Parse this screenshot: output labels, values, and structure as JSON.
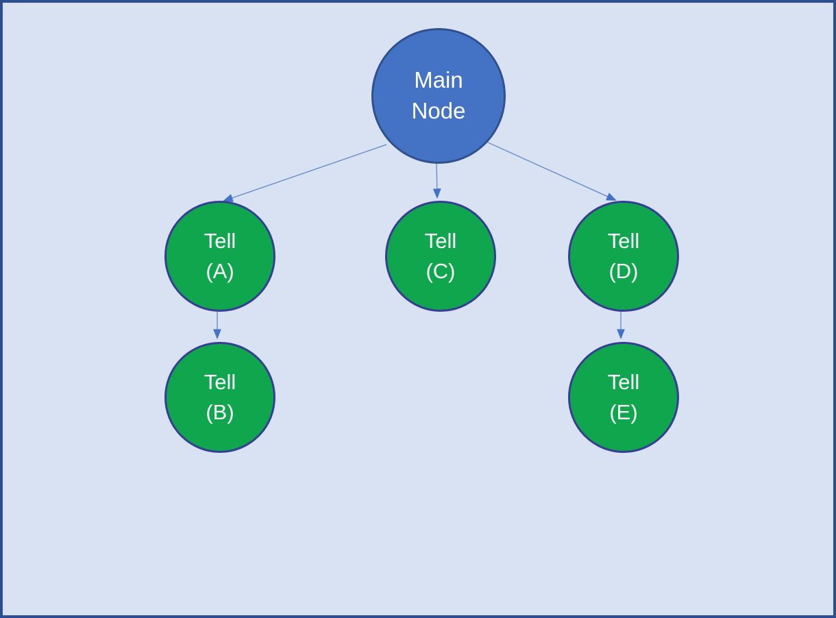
{
  "diagram": {
    "type": "tree",
    "nodes": [
      {
        "id": "main",
        "label": "Main Node",
        "lines": [
          "Main",
          "Node"
        ],
        "shape": "circle",
        "role": "root",
        "fill": "#4472C4",
        "border": "#2F528F"
      },
      {
        "id": "a",
        "label": "Tell (A)",
        "lines": [
          "Tell",
          "(A)"
        ],
        "shape": "circle",
        "role": "child",
        "fill": "#0FA64E",
        "border": "#333E94"
      },
      {
        "id": "c",
        "label": "Tell (C)",
        "lines": [
          "Tell",
          "(C)"
        ],
        "shape": "circle",
        "role": "child",
        "fill": "#0FA64E",
        "border": "#333E94"
      },
      {
        "id": "d",
        "label": "Tell (D)",
        "lines": [
          "Tell",
          "(D)"
        ],
        "shape": "circle",
        "role": "child",
        "fill": "#0FA64E",
        "border": "#333E94"
      },
      {
        "id": "b",
        "label": "Tell (B)",
        "lines": [
          "Tell",
          "(B)"
        ],
        "shape": "circle",
        "role": "grandchild",
        "fill": "#0FA64E",
        "border": "#333E94"
      },
      {
        "id": "e",
        "label": "Tell (E)",
        "lines": [
          "Tell",
          "(E)"
        ],
        "shape": "circle",
        "role": "grandchild",
        "fill": "#0FA64E",
        "border": "#333E94"
      }
    ],
    "edges": [
      {
        "from": "main",
        "to": "a",
        "arrow": "end"
      },
      {
        "from": "main",
        "to": "c",
        "arrow": "end"
      },
      {
        "from": "main",
        "to": "d",
        "arrow": "end"
      },
      {
        "from": "a",
        "to": "b",
        "arrow": "end"
      },
      {
        "from": "d",
        "to": "e",
        "arrow": "end"
      }
    ]
  },
  "colors": {
    "canvas-bg": "#D9E2F3",
    "frame": "#2E4E8E",
    "node-blue": "#4472C4",
    "node-blue-border": "#2F528F",
    "node-green": "#0FA64E",
    "node-green-border": "#333E94",
    "connector": "#7191CE",
    "connector-arrow": "#4472C4",
    "node-text": "#FFFFFF"
  }
}
